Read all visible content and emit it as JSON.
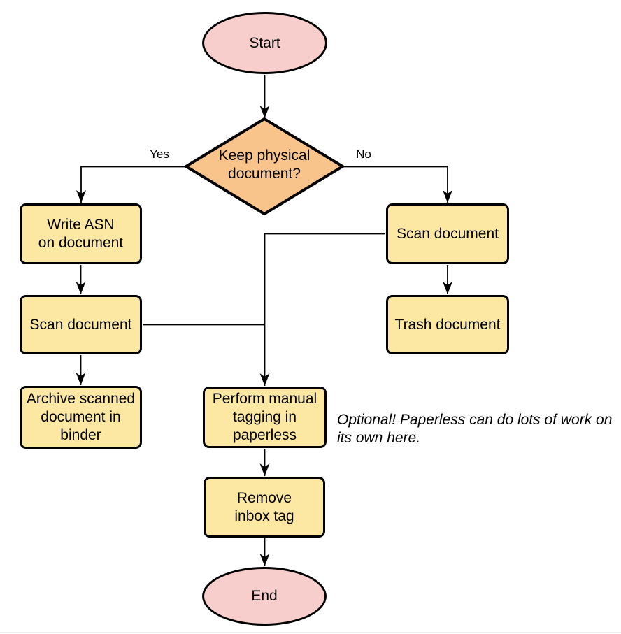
{
  "palette": {
    "terminal_fill": "#f8cecc",
    "decision_fill": "#f9c48b",
    "process_fill": "#fce8a3",
    "stroke": "#000000",
    "rule_color": "#ededed",
    "background": "#ffffff"
  },
  "nodes": {
    "start": {
      "label": "Start",
      "type": "terminal"
    },
    "decision": {
      "label": "Keep physical\ndocument?",
      "type": "decision"
    },
    "write_asn": {
      "label": "Write ASN\non document",
      "type": "process"
    },
    "scan_left": {
      "label": "Scan document",
      "type": "process"
    },
    "archive": {
      "label": "Archive scanned\ndocument in\nbinder",
      "type": "process"
    },
    "scan_right": {
      "label": "Scan document",
      "type": "process"
    },
    "trash": {
      "label": "Trash document",
      "type": "process"
    },
    "tagging": {
      "label": "Perform manual\ntagging in\npaperless",
      "type": "process"
    },
    "remove_tag": {
      "label": "Remove\ninbox tag",
      "type": "process"
    },
    "end": {
      "label": "End",
      "type": "terminal"
    }
  },
  "edge_labels": {
    "yes": "Yes",
    "no": "No"
  },
  "annotation": {
    "line1": "Optional! Paperless can do lots of work on",
    "line2": "its own here."
  }
}
